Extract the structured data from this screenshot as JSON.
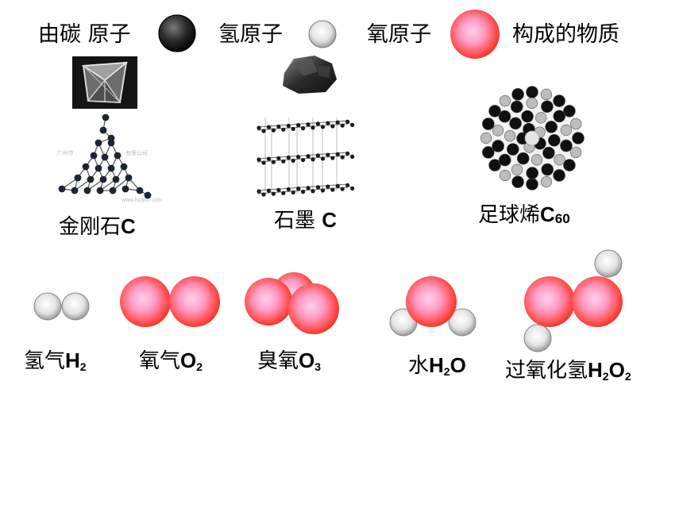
{
  "legend": {
    "carbon_label": "由碳 原子",
    "hydrogen_label": "氢原子",
    "oxygen_label": "氧原子",
    "suffix_label": "构成的物质"
  },
  "colors": {
    "carbon": "#2b2b2b",
    "hydrogen": "#e6e6e6",
    "oxygen": "#ff5a5a",
    "oxygen_core": "#ffb8e0"
  },
  "substances": {
    "diamond": {
      "name": "金刚石",
      "formula": "C"
    },
    "graphite": {
      "name": "石墨 ",
      "formula": "C"
    },
    "fullerene": {
      "name": "足球烯",
      "formula": "C",
      "subscript": "60"
    }
  },
  "watermark": "www.hc360.com",
  "molecules": {
    "hydrogen": {
      "name": "氢气",
      "element": "H",
      "count": "2"
    },
    "oxygen": {
      "name": "氧气",
      "element": "O",
      "count": "2"
    },
    "ozone": {
      "name": "臭氧",
      "element": "O",
      "count": "3"
    },
    "water": {
      "name": "水",
      "e1": "H",
      "c1": "2",
      "e2": "O"
    },
    "peroxide": {
      "name": "过氧化氢",
      "e1": "H",
      "c1": "2",
      "e2": "O",
      "c2": "2"
    }
  }
}
